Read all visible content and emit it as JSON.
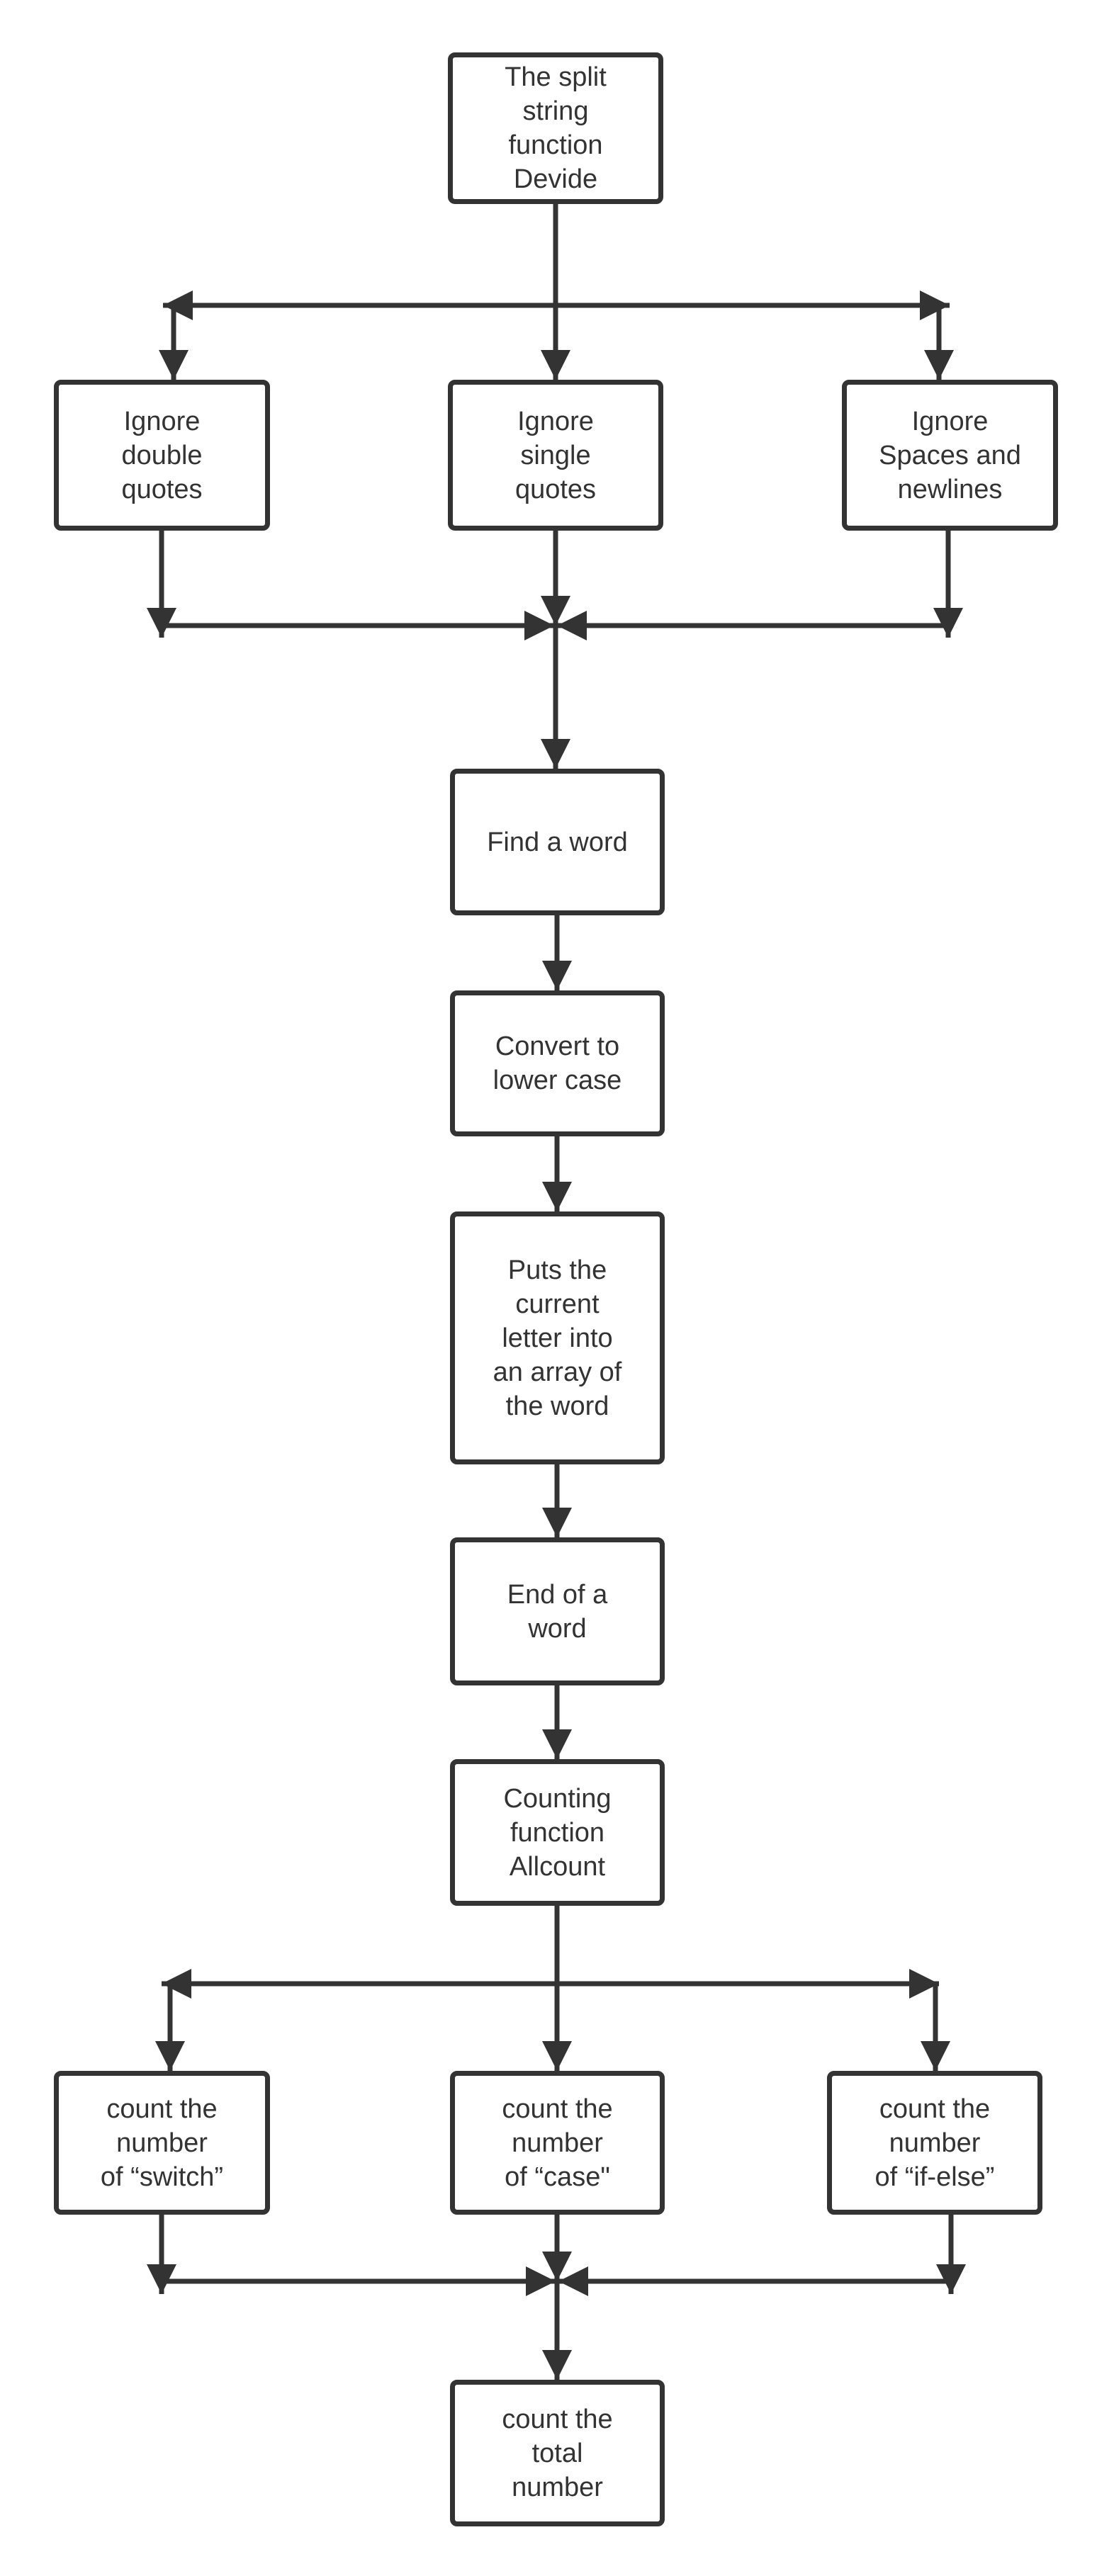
{
  "colors": {
    "stroke": "#333333",
    "background": "#ffffff"
  },
  "nodes": {
    "split": "The split\nstring\nfunction\nDevide",
    "ignore_double": "Ignore\ndouble\nquotes",
    "ignore_single": "Ignore\nsingle\nquotes",
    "ignore_spaces": "Ignore\nSpaces and\nnewlines",
    "find_word": "Find a word",
    "convert_lower": "Convert to\nlower case",
    "puts_letter": "Puts the\ncurrent\nletter into\nan array of\nthe word",
    "end_word": "End of a\nword",
    "counting": "Counting\nfunction\nAllcount",
    "count_switch": "count the\nnumber\nof “switch”",
    "count_case": "count the\nnumber\nof “case\"",
    "count_ifelse": "count the\nnumber\nof “if-else”",
    "count_total": "count the\ntotal\nnumber"
  }
}
